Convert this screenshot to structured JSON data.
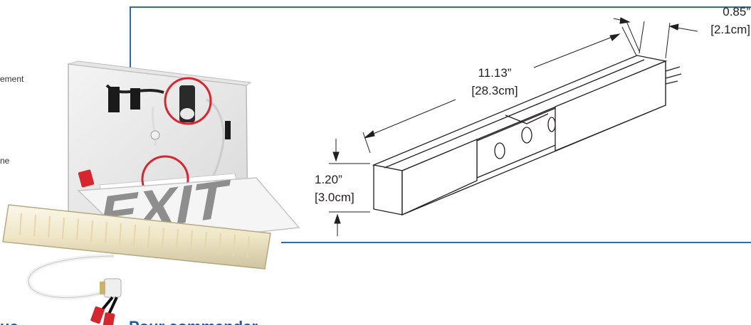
{
  "left_text": {
    "fragment_1": "ement",
    "fragment_2": "ne"
  },
  "product_photo": {
    "sign_letters": "EXIT"
  },
  "dimensions": {
    "length_in": "11.13”",
    "length_cm": "[28.3cm]",
    "width_in": "0.85”",
    "width_cm": "[2.1cm]",
    "height_in": "1.20”",
    "height_cm": "[3.0cm]"
  },
  "footer": {
    "left_heading": "ue",
    "right_heading": "Pour commander"
  },
  "colors": {
    "frame_blue": "#2e6da4",
    "heading_blue": "#1f5aa6",
    "highlight_red": "#d7262e"
  }
}
